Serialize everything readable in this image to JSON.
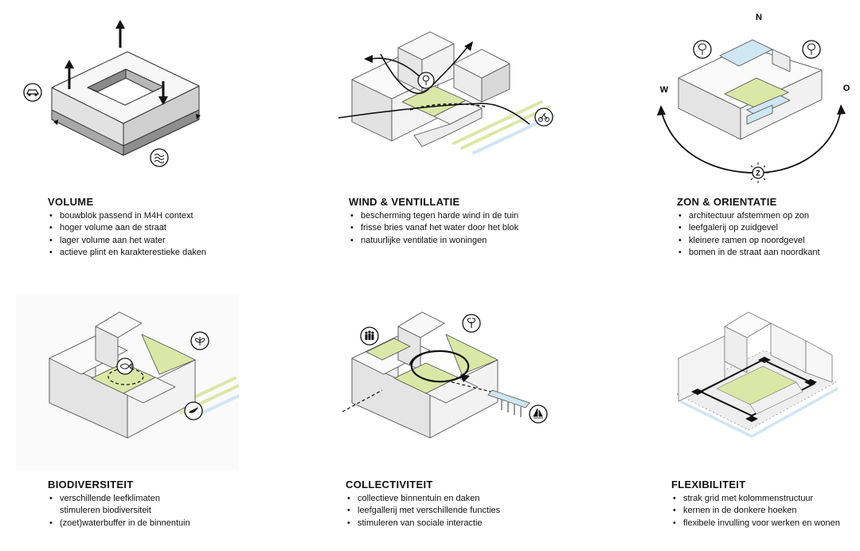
{
  "panels": [
    {
      "title": "VOLUME",
      "bullets": [
        "bouwblok passend in M4H context",
        "hoger volume aan de straat",
        "lager volume aan het water",
        "actieve plint en karakterestieke daken"
      ]
    },
    {
      "title": "WIND & VENTILLATIE",
      "bullets": [
        "bescherming tegen harde wind in de tuin",
        "frisse bries vanaf het water door het blok",
        "natuurlijke ventilatie in woningen"
      ]
    },
    {
      "title": "ZON & ORIENTATIE",
      "bullets": [
        "architectuur afstemmen op zon",
        "leefgalerij op zuidgevel",
        "kleinere ramen op noordgevel",
        "bomen in de straat aan noordkant"
      ],
      "compass": {
        "n": "N",
        "w": "W",
        "o": "O",
        "z": "Z"
      }
    },
    {
      "title": "BIODIVERSITEIT",
      "bullets": [
        "verschillende leefklimaten",
        "stimuleren biodiversiteit",
        "(zoet)waterbuffer in de binnentuin"
      ]
    },
    {
      "title": "COLLECTIVITEIT",
      "bullets": [
        "collectieve binnentuin en daken",
        "leefgallerij met verschillende functies",
        "stimuleren van sociale interactie"
      ]
    },
    {
      "title": "FLEXIBILITEIT",
      "bullets": [
        "strak grid met kolommenstructuur",
        "kernen in de donkere hoeken",
        "flexibele invulling voor werken en wonen"
      ]
    }
  ],
  "colors": {
    "garden": "#dbe7a6",
    "water": "#cfe6f3",
    "dark": "#111111",
    "face_light": "#f7f7f7",
    "face_mid": "#e4e4e4",
    "face_dark": "#cfcfcf"
  },
  "icons": [
    "car-icon",
    "water-wave-icon",
    "tree-icon",
    "bike-icon",
    "sun-icon",
    "butterfly-icon",
    "fish-icon",
    "bird-icon",
    "people-icon",
    "plant-icon",
    "sailboat-icon"
  ]
}
